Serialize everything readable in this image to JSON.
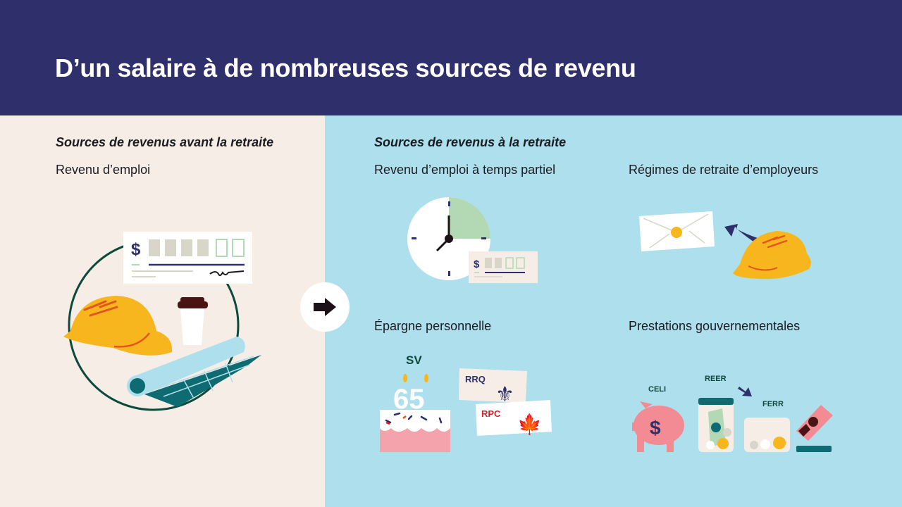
{
  "header": {
    "title": "D’un salaire à de nombreuses sources de revenu",
    "background": "#2f2f6b"
  },
  "before": {
    "heading": "Sources de revenus avant la retraite",
    "items": [
      {
        "label": "Revenu d’emploi",
        "icon": "paycheck-hardhat-coffee-blueprint-icon"
      }
    ],
    "background": "#f5ede6"
  },
  "transition": {
    "icon": "arrow-right-icon"
  },
  "after": {
    "heading": "Sources de revenus à la retraite",
    "background": "#aedfec",
    "items": [
      {
        "label": "Revenu d’emploi à temps partiel",
        "icon": "clock-paycheck-icon"
      },
      {
        "label": "Régimes de retraite d’employeurs",
        "icon": "envelope-hardhat-icon"
      },
      {
        "label": "Épargne personnelle",
        "icon": "cake-government-cards-icon",
        "tags": [
          "SV",
          "65",
          "RRQ",
          "RPC"
        ]
      },
      {
        "label": "Prestations gouvernementales",
        "icon": "savings-accounts-icon",
        "tags": [
          "CELI",
          "REER",
          "FERR"
        ]
      }
    ]
  },
  "colors": {
    "navy": "#2f2f6b",
    "yellow": "#f7b61e",
    "orange": "#e5541e",
    "teal": "#0e6b72",
    "dark_green": "#0d4a3b",
    "pink": "#f28b94",
    "red": "#d4202a",
    "light_green": "#b2d9b4"
  }
}
